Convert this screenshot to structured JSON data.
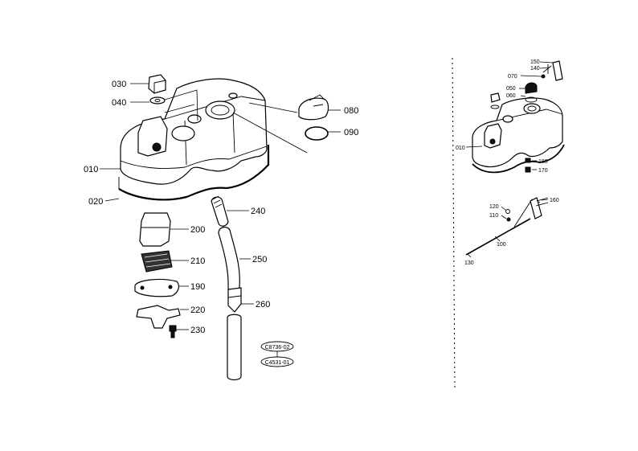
{
  "main_view": {
    "labels": [
      {
        "id": "p030",
        "text": "030"
      },
      {
        "id": "p040",
        "text": "040"
      },
      {
        "id": "p010",
        "text": "010"
      },
      {
        "id": "p020",
        "text": "020"
      },
      {
        "id": "p080",
        "text": "080"
      },
      {
        "id": "p090",
        "text": "090"
      },
      {
        "id": "p240",
        "text": "240"
      },
      {
        "id": "p200",
        "text": "200"
      },
      {
        "id": "p210",
        "text": "210"
      },
      {
        "id": "p250",
        "text": "250"
      },
      {
        "id": "p190",
        "text": "190"
      },
      {
        "id": "p220",
        "text": "220"
      },
      {
        "id": "p260",
        "text": "260"
      },
      {
        "id": "p230",
        "text": "230"
      }
    ],
    "codes": [
      "C8736-02",
      "C4531-01"
    ]
  },
  "alt_view": {
    "labels": [
      {
        "id": "a150",
        "text": "150"
      },
      {
        "id": "a140",
        "text": "140"
      },
      {
        "id": "a070",
        "text": "070"
      },
      {
        "id": "a050",
        "text": "050"
      },
      {
        "id": "a060",
        "text": "060"
      },
      {
        "id": "a010",
        "text": "010"
      },
      {
        "id": "a180",
        "text": "180"
      },
      {
        "id": "a170",
        "text": "170"
      },
      {
        "id": "a120",
        "text": "120"
      },
      {
        "id": "a110",
        "text": "110"
      },
      {
        "id": "a160",
        "text": "160"
      },
      {
        "id": "a100",
        "text": "100"
      },
      {
        "id": "a130",
        "text": "130"
      }
    ]
  }
}
